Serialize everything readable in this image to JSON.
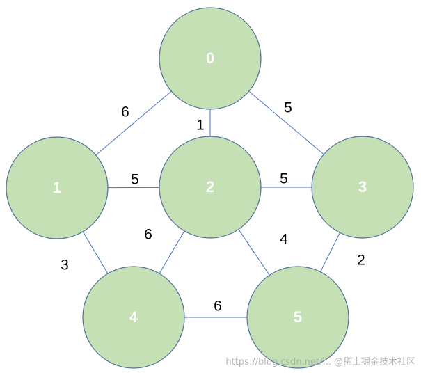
{
  "colors": {
    "node_fill": "#c5e0b4",
    "node_stroke": "#4f6f99",
    "node_text": "#ffffff",
    "edge": "#4472c4",
    "weight_text": "#000000"
  },
  "nodes": [
    {
      "id": "0",
      "label": "0"
    },
    {
      "id": "1",
      "label": "1"
    },
    {
      "id": "2",
      "label": "2"
    },
    {
      "id": "3",
      "label": "3"
    },
    {
      "id": "4",
      "label": "4"
    },
    {
      "id": "5",
      "label": "5"
    }
  ],
  "edges": [
    {
      "from": "0",
      "to": "1",
      "weight": "6"
    },
    {
      "from": "0",
      "to": "2",
      "weight": "1"
    },
    {
      "from": "0",
      "to": "3",
      "weight": "5"
    },
    {
      "from": "1",
      "to": "2",
      "weight": "5"
    },
    {
      "from": "2",
      "to": "3",
      "weight": "5"
    },
    {
      "from": "1",
      "to": "4",
      "weight": "3"
    },
    {
      "from": "2",
      "to": "4",
      "weight": "6"
    },
    {
      "from": "2",
      "to": "5",
      "weight": "4"
    },
    {
      "from": "3",
      "to": "5",
      "weight": "2"
    },
    {
      "from": "4",
      "to": "5",
      "weight": "6"
    }
  ],
  "watermark": "https://blog.csdn.net/... @稀土掘金技术社区"
}
